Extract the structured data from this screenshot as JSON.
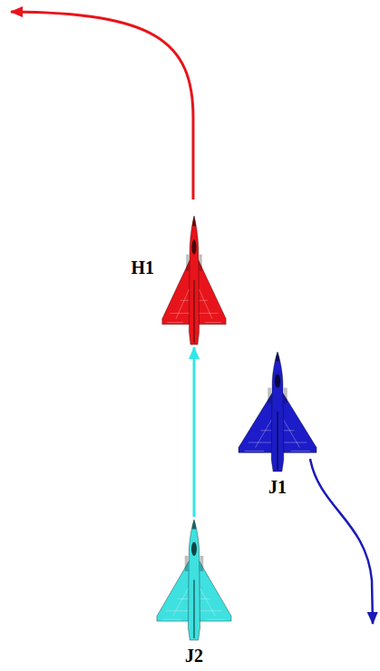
{
  "diagram": {
    "nodes": [
      {
        "text": [
          "H1"
        ]
      },
      {
        "text": [
          "J1"
        ]
      },
      {
        "text": [
          "J2"
        ]
      }
    ],
    "edges": [
      {
        "from": 2,
        "to": 0,
        "arrow": "to"
      }
    ]
  }
}
